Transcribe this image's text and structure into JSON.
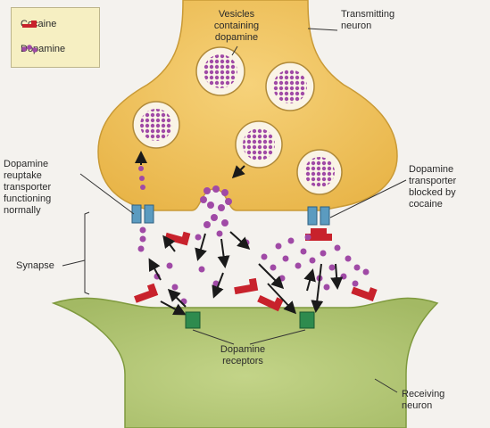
{
  "legend": {
    "cocaine_label": "Cocaine",
    "dopamine_label": "Dopamine"
  },
  "labels": {
    "vesicles": [
      "Vesicles",
      "containing",
      "dopamine"
    ],
    "transmitting": [
      "Transmitting",
      "neuron"
    ],
    "reuptake": [
      "Dopamine",
      "reuptake",
      "transporter",
      "functioning",
      "normally"
    ],
    "blocked": [
      "Dopamine",
      "transporter",
      "blocked by",
      "cocaine"
    ],
    "synapse": "Synapse",
    "receptors": [
      "Dopamine",
      "receptors"
    ],
    "receiving": [
      "Receiving",
      "neuron"
    ]
  },
  "colors": {
    "transmitting_neuron": "#f0c35c",
    "receiving_neuron": "#b9cc7c",
    "dopamine": "#a04aa6",
    "cocaine": "#c8222c",
    "transporter": "#5b9bc0",
    "receptor": "#2e8b4e",
    "legend_bg": "#f6efc2"
  }
}
